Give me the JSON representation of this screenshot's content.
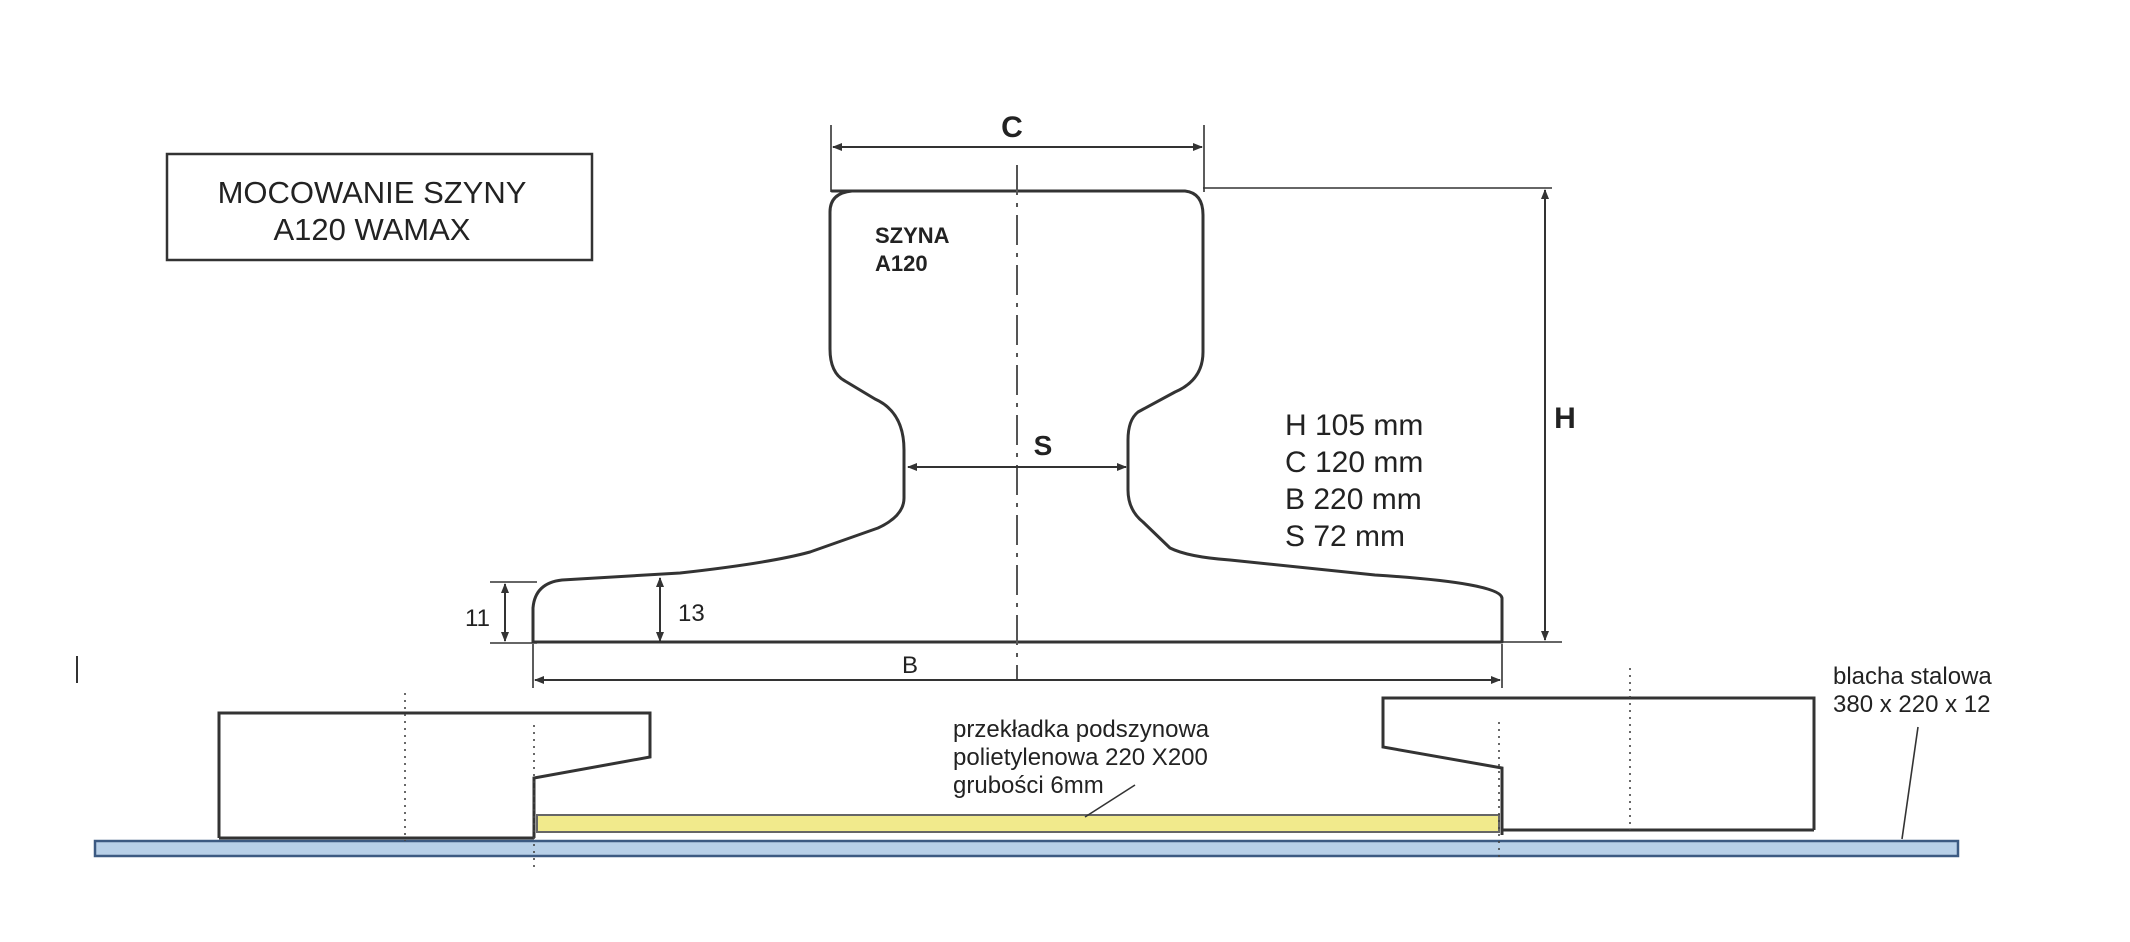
{
  "title_box": {
    "line1": "MOCOWANIE SZYNY",
    "line2": "A120  WAMAX"
  },
  "rail": {
    "name_line1": "SZYNA",
    "name_line2": "A120"
  },
  "dimensions": {
    "c_label": "C",
    "h_label": "H",
    "s_label": "S",
    "b_label": "B",
    "foot_edge_11": "11",
    "foot_edge_13": "13"
  },
  "specs": {
    "h": "H 105 mm",
    "c": "C 120 mm",
    "b": "B 220 mm",
    "s": "S 72   mm"
  },
  "pad_note": {
    "line1": "przekładka podszynowa",
    "line2": "polietylenowa 220 X200",
    "line3": "grubości 6mm"
  },
  "plate_note": {
    "line1": "blacha stalowa",
    "line2": "380 x 220 x 12"
  },
  "colors": {
    "line": "#333333",
    "pad_fill": "#f1ea8c",
    "plate_fill": "#b8d0e8",
    "plate_stroke": "#3c5a82"
  }
}
